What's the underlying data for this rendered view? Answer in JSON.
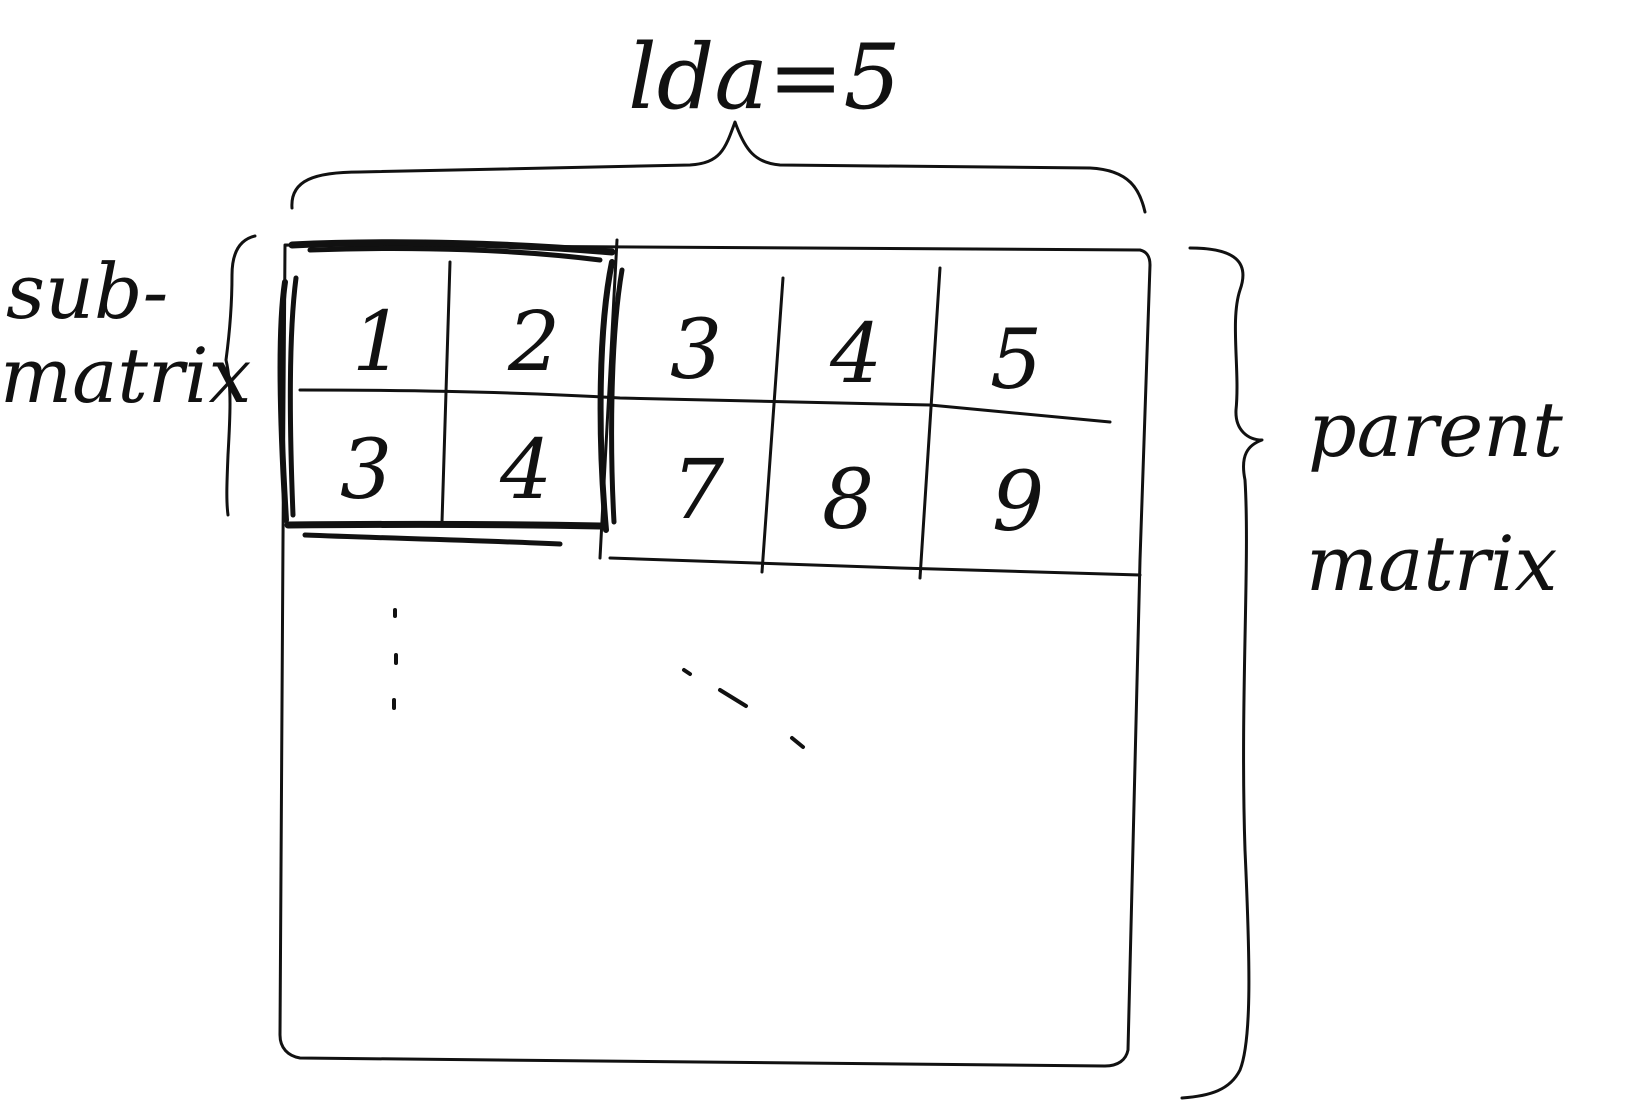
{
  "annotations": {
    "lda": "lda=5",
    "submatrix_line1": "sub-",
    "submatrix_line2": "matrix",
    "parent_line1": "parent",
    "parent_line2": "matrix"
  },
  "matrix": {
    "submatrix_cells": [
      {
        "row": 0,
        "col": 0,
        "value": "1"
      },
      {
        "row": 0,
        "col": 1,
        "value": "2"
      },
      {
        "row": 1,
        "col": 0,
        "value": "3"
      },
      {
        "row": 1,
        "col": 1,
        "value": "4"
      }
    ],
    "parent_cells": [
      {
        "row": 0,
        "col": 2,
        "value": "3"
      },
      {
        "row": 0,
        "col": 3,
        "value": "4"
      },
      {
        "row": 0,
        "col": 4,
        "value": "5"
      },
      {
        "row": 1,
        "col": 2,
        "value": "7"
      },
      {
        "row": 1,
        "col": 3,
        "value": "8"
      },
      {
        "row": 1,
        "col": 4,
        "value": "9"
      }
    ]
  },
  "colors": {
    "ink": "#111111",
    "background": "#ffffff"
  }
}
